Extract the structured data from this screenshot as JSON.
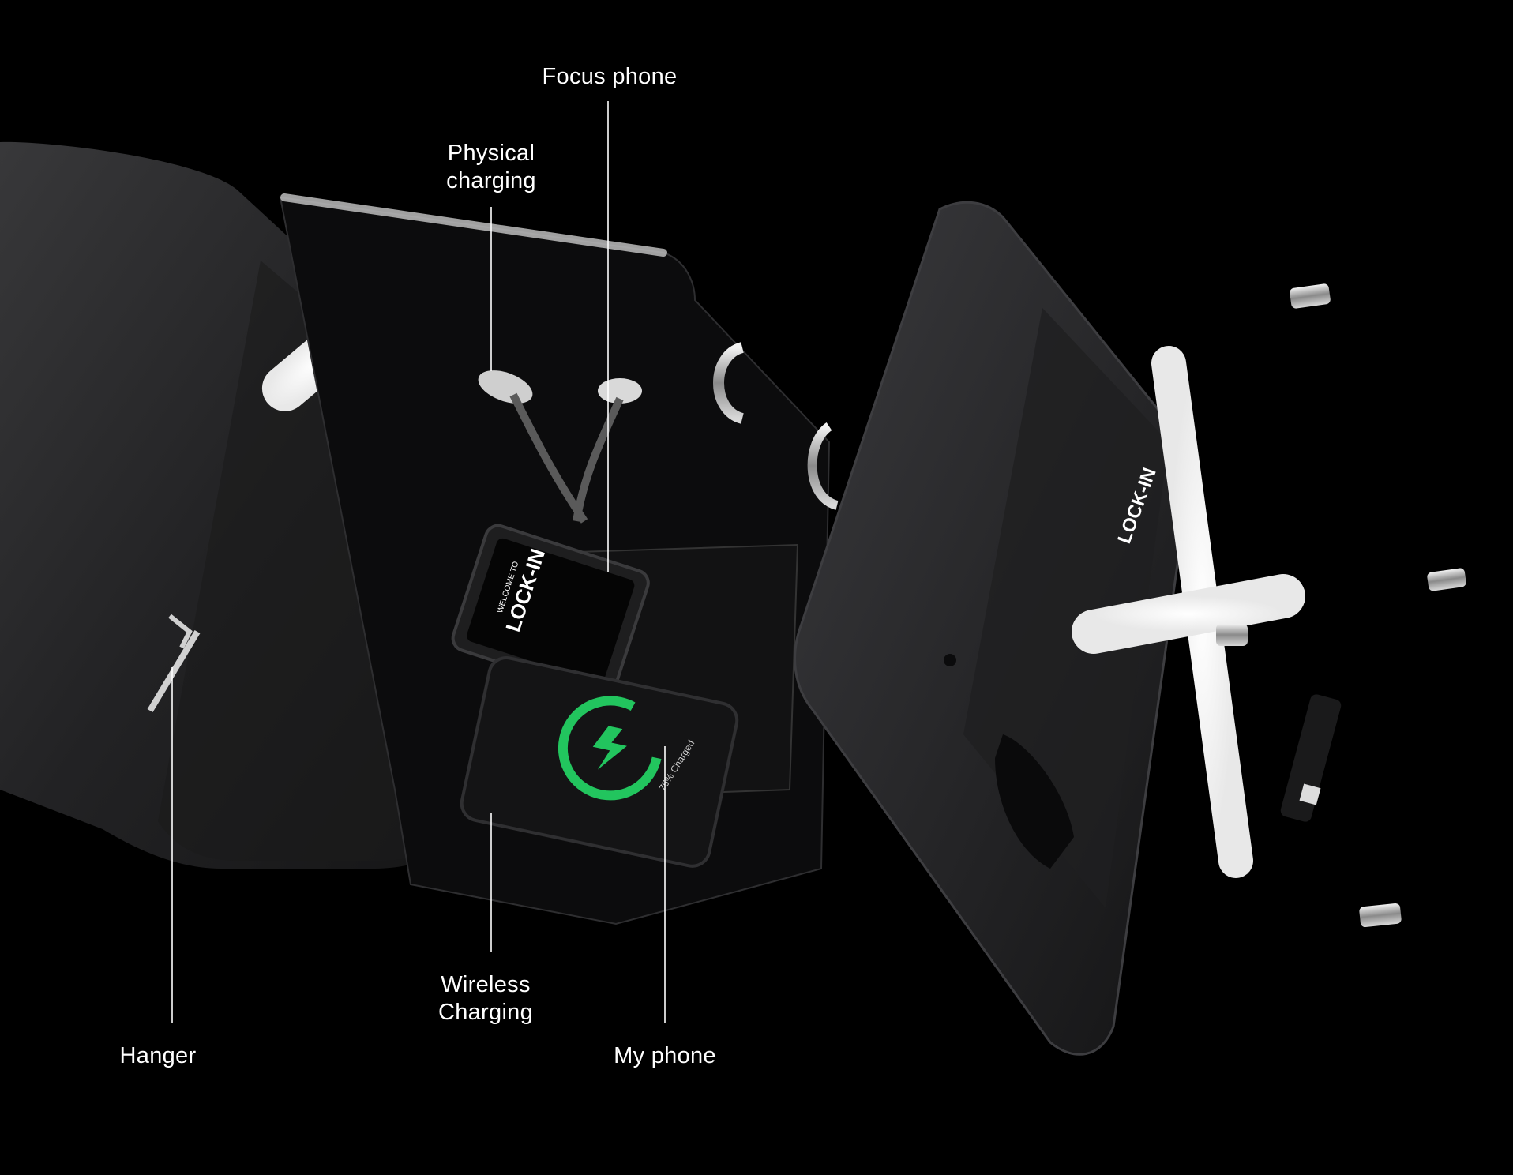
{
  "callouts": {
    "focus_phone": "Focus phone",
    "physical_charging_line1": "Physical",
    "physical_charging_line2": "charging",
    "hanger": "Hanger",
    "wireless_charging_line1": "Wireless",
    "wireless_charging_line2": "Charging",
    "my_phone": "My phone"
  },
  "focus_screen": {
    "welcome": "WELCOME TO",
    "brand": "LOCK-IN"
  },
  "my_phone_screen": {
    "status": "75% Charged"
  },
  "lid_logo": "LOCK-IN",
  "colors": {
    "background": "#000000",
    "label_text": "#ffffff",
    "charging_ring": "#22c55e",
    "shell": "#2b2b2d",
    "lid": "#262628",
    "glow": "#ffffff"
  },
  "icons": [
    "lightning-icon"
  ]
}
